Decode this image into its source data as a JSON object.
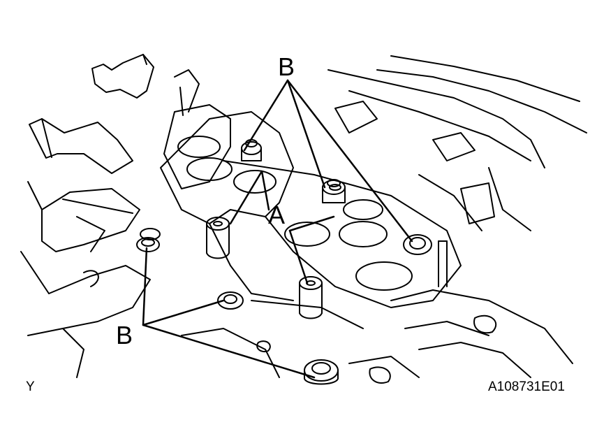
{
  "labels": {
    "callout_b_top": "B",
    "callout_a": "A",
    "callout_b_bottom": "B",
    "corner_mark": "Y",
    "figure_id": "A108731E01"
  },
  "colors": {
    "ink": "#000000",
    "paper": "#ffffff"
  },
  "callouts": [
    {
      "letter": "B",
      "points_to": [
        "bolt",
        "bolt",
        "bolt"
      ]
    },
    {
      "letter": "A",
      "points_to": [
        "stud-nut",
        "stud-nut",
        "stud-nut"
      ]
    },
    {
      "letter": "B",
      "points_to": [
        "bolt",
        "bolt",
        "bolt"
      ]
    }
  ]
}
